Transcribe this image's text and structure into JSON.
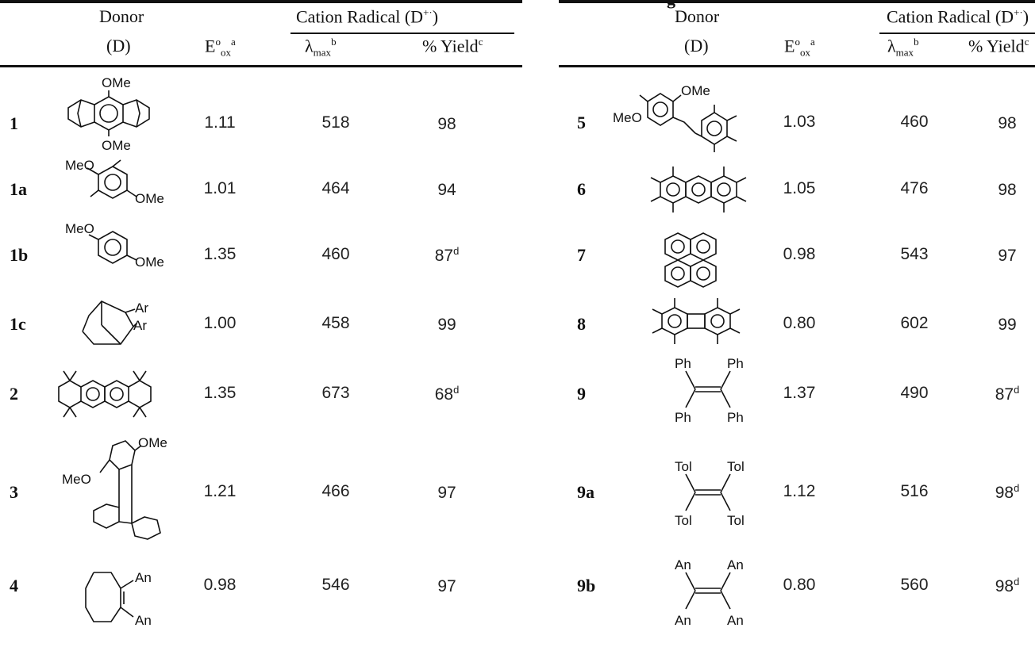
{
  "header": {
    "donor_label": "Donor",
    "donor_sub": "(D)",
    "eox_label": "E",
    "eox_sup1": "o",
    "eox_sub": "ox",
    "eox_sup2": "a",
    "cation_label": "Cation Radical (D",
    "cation_sup": "+·",
    "cation_close": ")",
    "lambda_label": "λ",
    "lambda_sub": "max",
    "lambda_sup": "b",
    "yield_label": "% Yield",
    "yield_sup": "c",
    "top_fragment": "g"
  },
  "left_rows": [
    {
      "id": "1",
      "eox": "1.11",
      "lambda": "518",
      "yield": "98",
      "yield_sup": ""
    },
    {
      "id": "1a",
      "eox": "1.01",
      "lambda": "464",
      "yield": "94",
      "yield_sup": ""
    },
    {
      "id": "1b",
      "eox": "1.35",
      "lambda": "460",
      "yield": "87",
      "yield_sup": "d"
    },
    {
      "id": "1c",
      "eox": "1.00",
      "lambda": "458",
      "yield": "99",
      "yield_sup": ""
    },
    {
      "id": "2",
      "eox": "1.35",
      "lambda": "673",
      "yield": "68",
      "yield_sup": "d"
    },
    {
      "id": "3",
      "eox": "1.21",
      "lambda": "466",
      "yield": "97",
      "yield_sup": ""
    },
    {
      "id": "4",
      "eox": "0.98",
      "lambda": "546",
      "yield": "97",
      "yield_sup": ""
    }
  ],
  "right_rows": [
    {
      "id": "5",
      "eox": "1.03",
      "lambda": "460",
      "yield": "98",
      "yield_sup": ""
    },
    {
      "id": "6",
      "eox": "1.05",
      "lambda": "476",
      "yield": "98",
      "yield_sup": ""
    },
    {
      "id": "7",
      "eox": "0.98",
      "lambda": "543",
      "yield": "97",
      "yield_sup": ""
    },
    {
      "id": "8",
      "eox": "0.80",
      "lambda": "602",
      "yield": "99",
      "yield_sup": ""
    },
    {
      "id": "9",
      "eox": "1.37",
      "lambda": "490",
      "yield": "87",
      "yield_sup": "d"
    },
    {
      "id": "9a",
      "eox": "1.12",
      "lambda": "516",
      "yield": "98",
      "yield_sup": "d"
    },
    {
      "id": "9b",
      "eox": "0.80",
      "lambda": "560",
      "yield": "98",
      "yield_sup": "d"
    }
  ],
  "structure_labels": {
    "ome": "OMe",
    "meo": "MeO",
    "ar": "Ar",
    "an": "An",
    "ph": "Ph",
    "tol": "Tol"
  }
}
